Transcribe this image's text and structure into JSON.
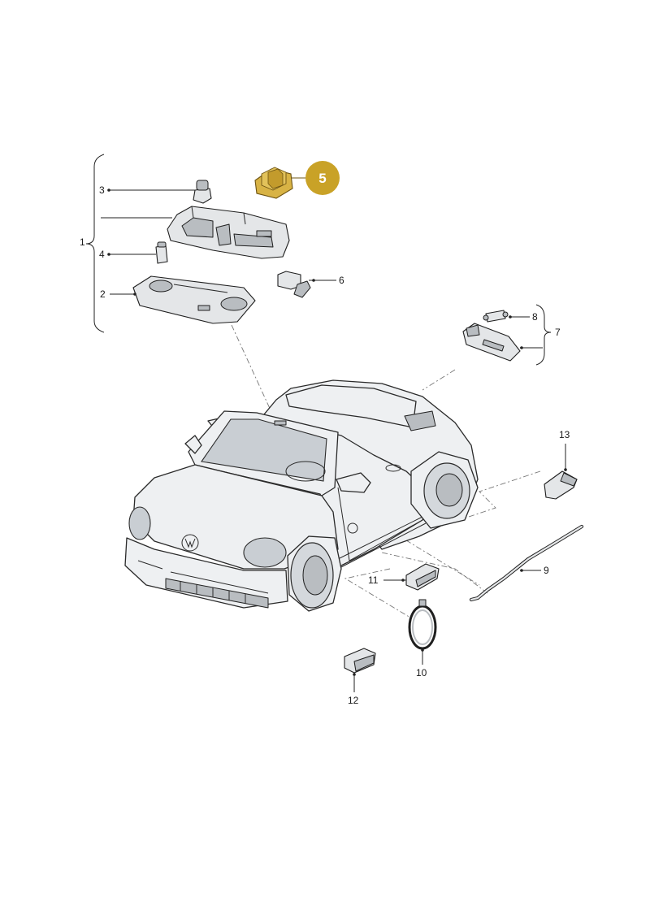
{
  "callouts": {
    "c1": "1",
    "c2": "2",
    "c3": "3",
    "c4": "4",
    "c5": "5",
    "c6": "6",
    "c7": "7",
    "c8": "8",
    "c9": "9",
    "c10": "10",
    "c11": "11",
    "c12": "12",
    "c13": "13"
  },
  "highlight": {
    "part": "5",
    "badge_color": "#c9a227",
    "part_color": "#d8b345"
  }
}
